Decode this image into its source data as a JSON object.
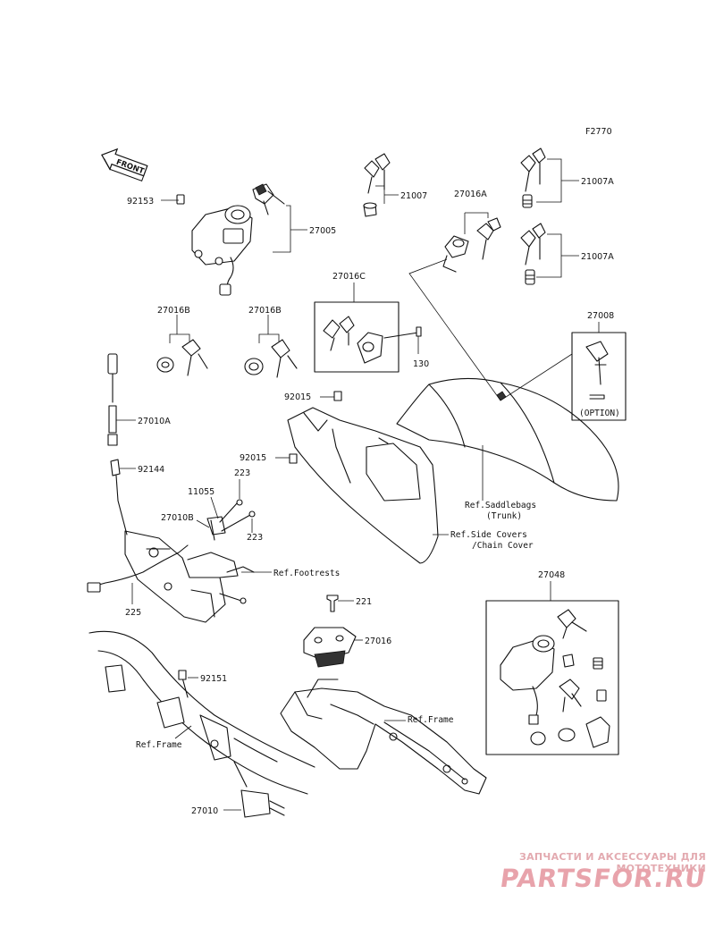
{
  "figure_code": "F2770",
  "front_label": "FRONT",
  "part_numbers": {
    "p92153": "92153",
    "p27005": "27005",
    "p21007": "21007",
    "p27016A": "27016A",
    "p21007A_1": "21007A",
    "p21007A_2": "21007A",
    "p27016C": "27016C",
    "p27016B_1": "27016B",
    "p27016B_2": "27016B",
    "p130": "130",
    "p27008": "27008",
    "p92015_1": "92015",
    "p92015_2": "92015",
    "p27010A": "27010A",
    "p92144": "92144",
    "p223_1": "223",
    "p11055": "11055",
    "p27010B": "27010B",
    "p223_2": "223",
    "p225": "225",
    "p221": "221",
    "p27016": "27016",
    "p92151": "92151",
    "p27010": "27010",
    "p27048": "27048"
  },
  "references": {
    "saddlebags_1": "Ref.Saddlebags",
    "saddlebags_2": "(Trunk)",
    "side_covers_1": "Ref.Side Covers",
    "side_covers_2": "/Chain Cover",
    "footrests": "Ref.Footrests",
    "frame_left": "Ref.Frame",
    "frame_right": "Ref.Frame"
  },
  "option_label": "(OPTION)",
  "watermark": {
    "tagline": "ЗАПЧАСТИ И АКСЕССУАРЫ ДЛЯ МОТОТЕХНИКИ",
    "logo": "PARTSFOR.RU"
  },
  "colors": {
    "line": "#111111",
    "watermark": "#e8a3ab"
  }
}
